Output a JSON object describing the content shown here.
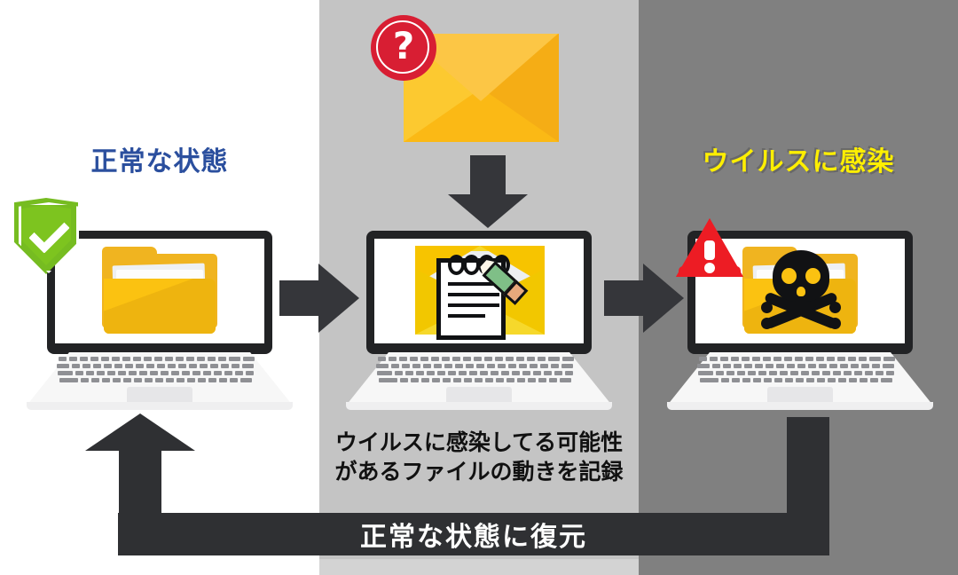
{
  "diagram": {
    "panels": [
      {
        "id": "normal",
        "title": "正常な状態",
        "title_color": "#2b4f9e",
        "background": "#ffffff"
      },
      {
        "id": "logging",
        "title": "",
        "background": "#c4c4c4"
      },
      {
        "id": "infected",
        "title": "ウイルスに感染",
        "title_color": "#ffef00",
        "background": "#808080"
      }
    ],
    "left": {
      "title": "正常な状態",
      "badge_icon": "shield-check-icon",
      "screen_icon": "folder-icon"
    },
    "middle": {
      "mail_icon": "envelope-icon",
      "mail_badge_icon": "question-mark-icon",
      "mail_badge_symbol": "?",
      "screen_icon": "notepad-pencil-icon",
      "caption_line1": "ウイルスに感染してる可能性",
      "caption_line2": "があるファイルの動きを記録"
    },
    "right": {
      "title": "ウイルスに感染",
      "badge_icon": "warning-triangle-icon",
      "screen_icon": "infected-folder-skull-icon"
    },
    "restore": {
      "label": "正常な状態に復元",
      "bar_color": "#2f3033",
      "text_color": "#ffffff",
      "arrow_icon": "arrow-up-icon"
    },
    "flow": {
      "arrow_right_1": "arrow-right-icon",
      "arrow_right_2": "arrow-right-icon",
      "arrow_down": "arrow-down-icon",
      "arrow_color": "#35363a"
    },
    "palette": {
      "folder_yellow": "#fbc211",
      "shield_green": "#76bc21",
      "warning_red": "#ed1c24",
      "badge_red": "#d81e33",
      "envelope_yellow": "#fbb915",
      "pencil_green": "#7fbf87"
    }
  }
}
